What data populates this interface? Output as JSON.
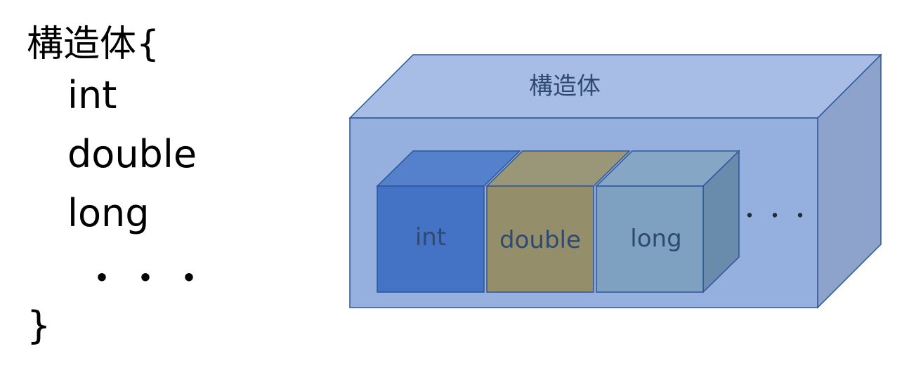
{
  "code": {
    "lines": [
      "構造体{",
      "int",
      "double",
      "long",
      "・・・",
      "}"
    ]
  },
  "diagram": {
    "container_label": "構造体",
    "members": [
      {
        "label": "int",
        "front": "#4472c4",
        "top": "#5580cb",
        "side": "#3c66b3"
      },
      {
        "label": "double",
        "front": "#948f6a",
        "top": "#9a9678",
        "side": "#837f5e"
      },
      {
        "label": "long",
        "front": "#7ea1c1",
        "top": "#86a6c6",
        "side": "#6a8cac"
      }
    ],
    "ellipsis": "・・・",
    "colors": {
      "container_front": "#95b0de",
      "container_top": "#a8bde6",
      "container_side": "#8da3cc",
      "outline": "#2f5597",
      "label_text": "#2f4a70"
    }
  }
}
